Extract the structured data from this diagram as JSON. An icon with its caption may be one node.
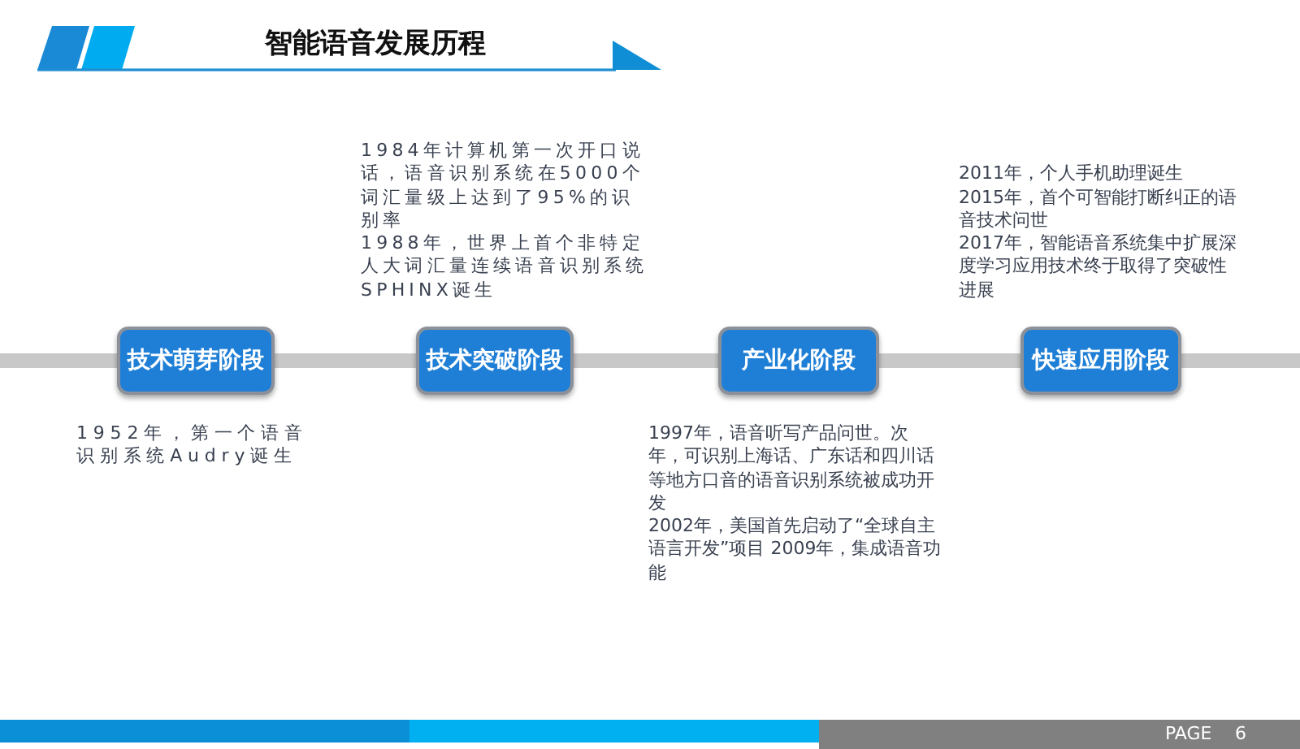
{
  "diagram": {
    "title": "智能语音发展历程",
    "nodes": [
      {
        "text": [
          "技术萌芽阶段"
        ],
        "beside": [
          "1952年，第一个语音识别系统Audry诞生"
        ]
      },
      {
        "text": [
          "技术突破阶段"
        ],
        "beside": [
          "1984年计算机第一次开口说话，语音识别系统在5000个词汇量级上达到了95%的识别率",
          "1988年，世界上首个非特定人大词汇量连续语音识别系统SPHINX诞生"
        ]
      },
      {
        "text": [
          "产业化阶段"
        ],
        "beside": [
          "1997年，语音听写产品问世。次年，可识别上海话、广东话和四川话等地方口音的语音识别系统被成功开发",
          "2002年，美国首先启动了“全球自主语言开发”项目 2009年，集成语音功能"
        ]
      },
      {
        "text": [
          "快速应用阶段"
        ],
        "beside": [
          "2011年，个人手机助理诞生",
          "2015年，首个可智能打断纠正的语音技术问世",
          "2017年，智能语音系统集中扩展深度学习应用技术终于取得了突破性进展"
        ]
      }
    ],
    "edges": [
      {
        "from": null,
        "to": 0,
        "arrow": "none"
      },
      {
        "from": 0,
        "to": 1,
        "arrow": "none"
      },
      {
        "from": 1,
        "to": 2,
        "arrow": "none"
      },
      {
        "from": 2,
        "to": 3,
        "arrow": "none"
      },
      {
        "from": 3,
        "to": null,
        "arrow": "none"
      }
    ],
    "labels": [
      "PAGE",
      "6"
    ]
  }
}
